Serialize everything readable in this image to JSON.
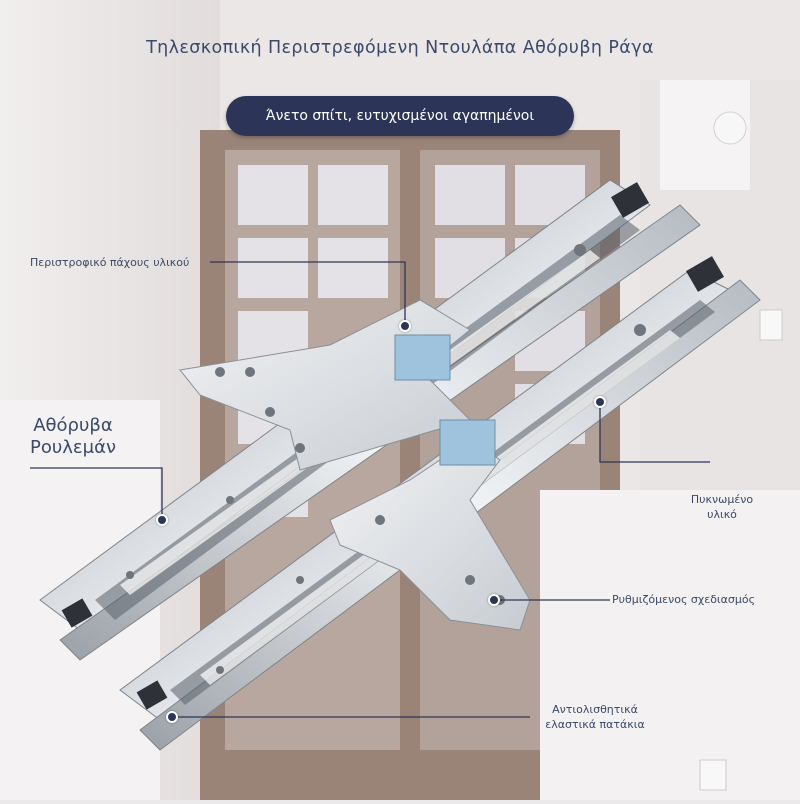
{
  "title": "Τηλεσκοπική Περιστρεφόμενη Ντουλάπα Αθόρυβη Ράγα",
  "banner": "Άνετο σπίτι, ευτυχισμένοι αγαπημένοι",
  "callouts": {
    "thickness": "Περιστροφικό πάχους υλικού",
    "silent_bearings_line1": "Αθόρυβα",
    "silent_bearings_line2": "Ρουλεμάν",
    "dense_material_line1": "Πυκνωμένο",
    "dense_material_line2": "υλικό",
    "adjustable_design": "Ρυθμιζόμενος σχεδιασμός",
    "anti_slip_line1": "Αντιολισθητικά",
    "anti_slip_line2": "ελαστικά πατάκια"
  },
  "colors": {
    "title_text": "#3a4a6a",
    "banner_bg": "#2c3557",
    "banner_text": "#ffffff",
    "leader_line": "#2c3557",
    "pad_blue": "#9fc3dd"
  }
}
